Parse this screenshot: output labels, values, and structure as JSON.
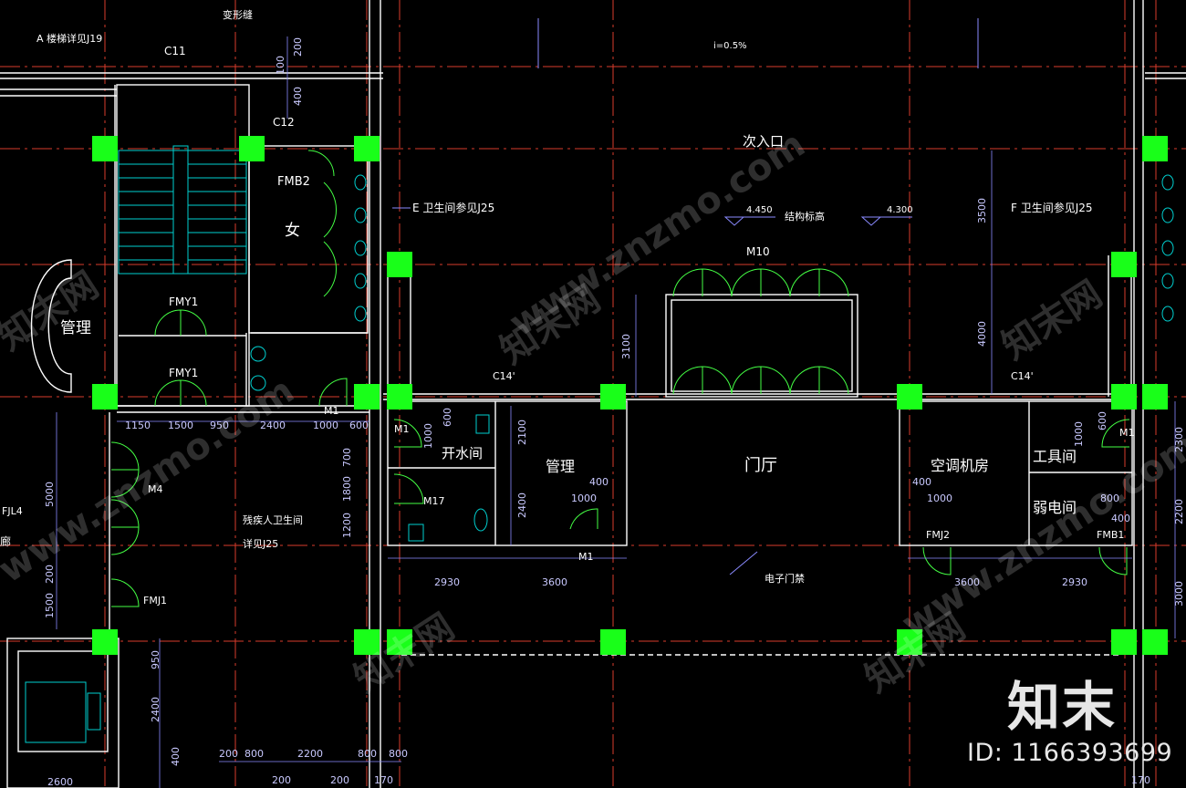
{
  "rooms": {
    "lobby": "门厅",
    "secondary_entrance": "次入口",
    "management_left": "管理",
    "management_mid": "管理",
    "women_toilet": "女",
    "water_room": "开水间",
    "hvac_room": "空调机房",
    "tool_room": "工具间",
    "weak_current_room": "弱电间"
  },
  "notes": {
    "stair_ref": "A 楼梯详见J19",
    "deform_joint": "变形缝",
    "toilet_e_ref": "E 卫生间参见J25",
    "toilet_f_ref": "F 卫生间参见J25",
    "accessible_toilet": "残疾人卫生间",
    "accessible_toilet_ref": "详见J25",
    "structural_level": "结构标高",
    "slope": "i=0.5%",
    "electronic_door": "电子门禁",
    "fjl4": "FJL4",
    "left_partial": "廊"
  },
  "levels": {
    "level_a": "4.450",
    "level_b": "4.300"
  },
  "tags": {
    "c11": "C11",
    "c12": "C12",
    "c14_left": "C14'",
    "c14_right": "C14'",
    "fmb2": "FMB2",
    "fmy1_top": "FMY1",
    "fmy1_bot": "FMY1",
    "m1_a": "M1",
    "m1_b": "M1",
    "m1_c": "M1",
    "m1_d": "M1",
    "m4": "M4",
    "m10": "M10",
    "m17": "M17",
    "fmj1": "FMJ1",
    "fmj2": "FMJ2",
    "fmb1": "FMB1"
  },
  "dims": {
    "d200_top": "200",
    "d100_top": "100",
    "d400_top": "400",
    "d1150": "1150",
    "d1500": "1500",
    "d950": "950",
    "d2400": "2400",
    "d1000_row": "1000",
    "d600_row": "600",
    "d5000": "5000",
    "d200_left": "200",
    "d1500_left": "1500",
    "d600_v": "600",
    "d1000_v": "1000",
    "d700": "700",
    "d1800": "1800",
    "d1200": "1200",
    "d2100": "2100",
    "d2400_v": "2400",
    "d400_mid": "400",
    "d1000_mid": "1000",
    "d3100": "3100",
    "d3500": "3500",
    "d4000": "4000",
    "d2930_l": "2930",
    "d3600_l": "3600",
    "d3600_r": "3600",
    "d2930_r": "2930",
    "d400_r": "400",
    "d1000_r": "1000",
    "d800_r": "800",
    "d400_r2": "400",
    "d1000_rv": "1000",
    "d600_rv": "600",
    "d2300": "2300",
    "d2200": "2200",
    "d3000": "3000",
    "d950_v": "950",
    "d2400_b": "2400",
    "d400_b": "400",
    "d200_b1": "200",
    "d800_b1": "800",
    "d2200_b": "2200",
    "d800_b2": "800",
    "d800_b3": "800",
    "d2600": "2600",
    "d200_b2": "200",
    "d200_b3": "200",
    "d170_l": "170",
    "d170_r": "170"
  },
  "watermark": {
    "logo": "知末",
    "id_label": "ID: 1166393699",
    "site_text": "www.znzmo.com",
    "brand_text": "知末网"
  },
  "colors": {
    "grid_axis": "#d93b2b",
    "wall": "#ffffff",
    "column": "#19ff19",
    "door": "#44ff44",
    "dimension": "#8a8aff",
    "stair": "#00cfcf"
  }
}
